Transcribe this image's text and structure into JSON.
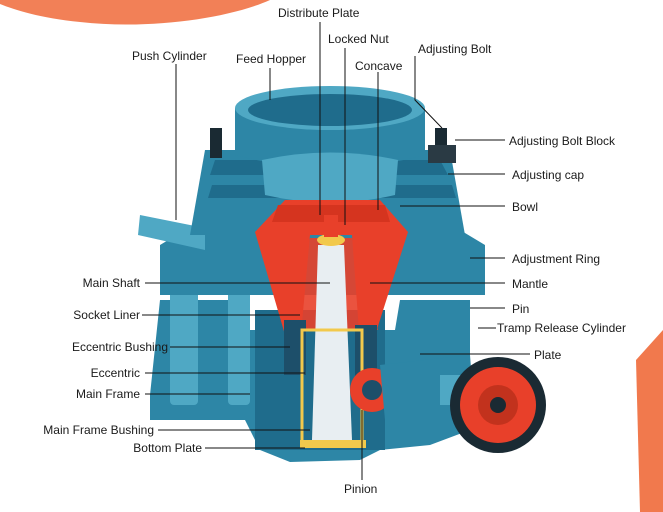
{
  "colors": {
    "body": "#2d86a6",
    "body_dark": "#1f6c8c",
    "body_light": "#4fa8c4",
    "concave_mantle": "#e8402a",
    "shaft": "#e8eef2",
    "bushing": "#1d4f6a",
    "accent_orange": "#f06a3a",
    "leader": "#111111"
  },
  "labels": {
    "distribute_plate": "Distribute Plate",
    "locked_nut": "Locked Nut",
    "adjusting_bolt": "Adjusting Bolt",
    "push_cylinder": "Push Cylinder",
    "feed_hopper": "Feed Hopper",
    "concave": "Concave",
    "adjusting_bolt_block": "Adjusting Bolt Block",
    "adjusting_cap": "Adjusting cap",
    "bowl": "Bowl",
    "adjustment_ring": "Adjustment Ring",
    "mantle": "Mantle",
    "pin": "Pin",
    "tramp_release_cylinder": "Tramp Release Cylinder",
    "plate": "Plate",
    "main_shaft": "Main Shaft",
    "socket_liner": "Socket Liner",
    "eccentric_bushing": "Eccentric Bushing",
    "eccentric": "Eccentric",
    "main_frame": "Main Frame",
    "main_frame_bushing": "Main Frame Bushing",
    "bottom_plate": "Bottom Plate",
    "pinion": "Pinion"
  }
}
